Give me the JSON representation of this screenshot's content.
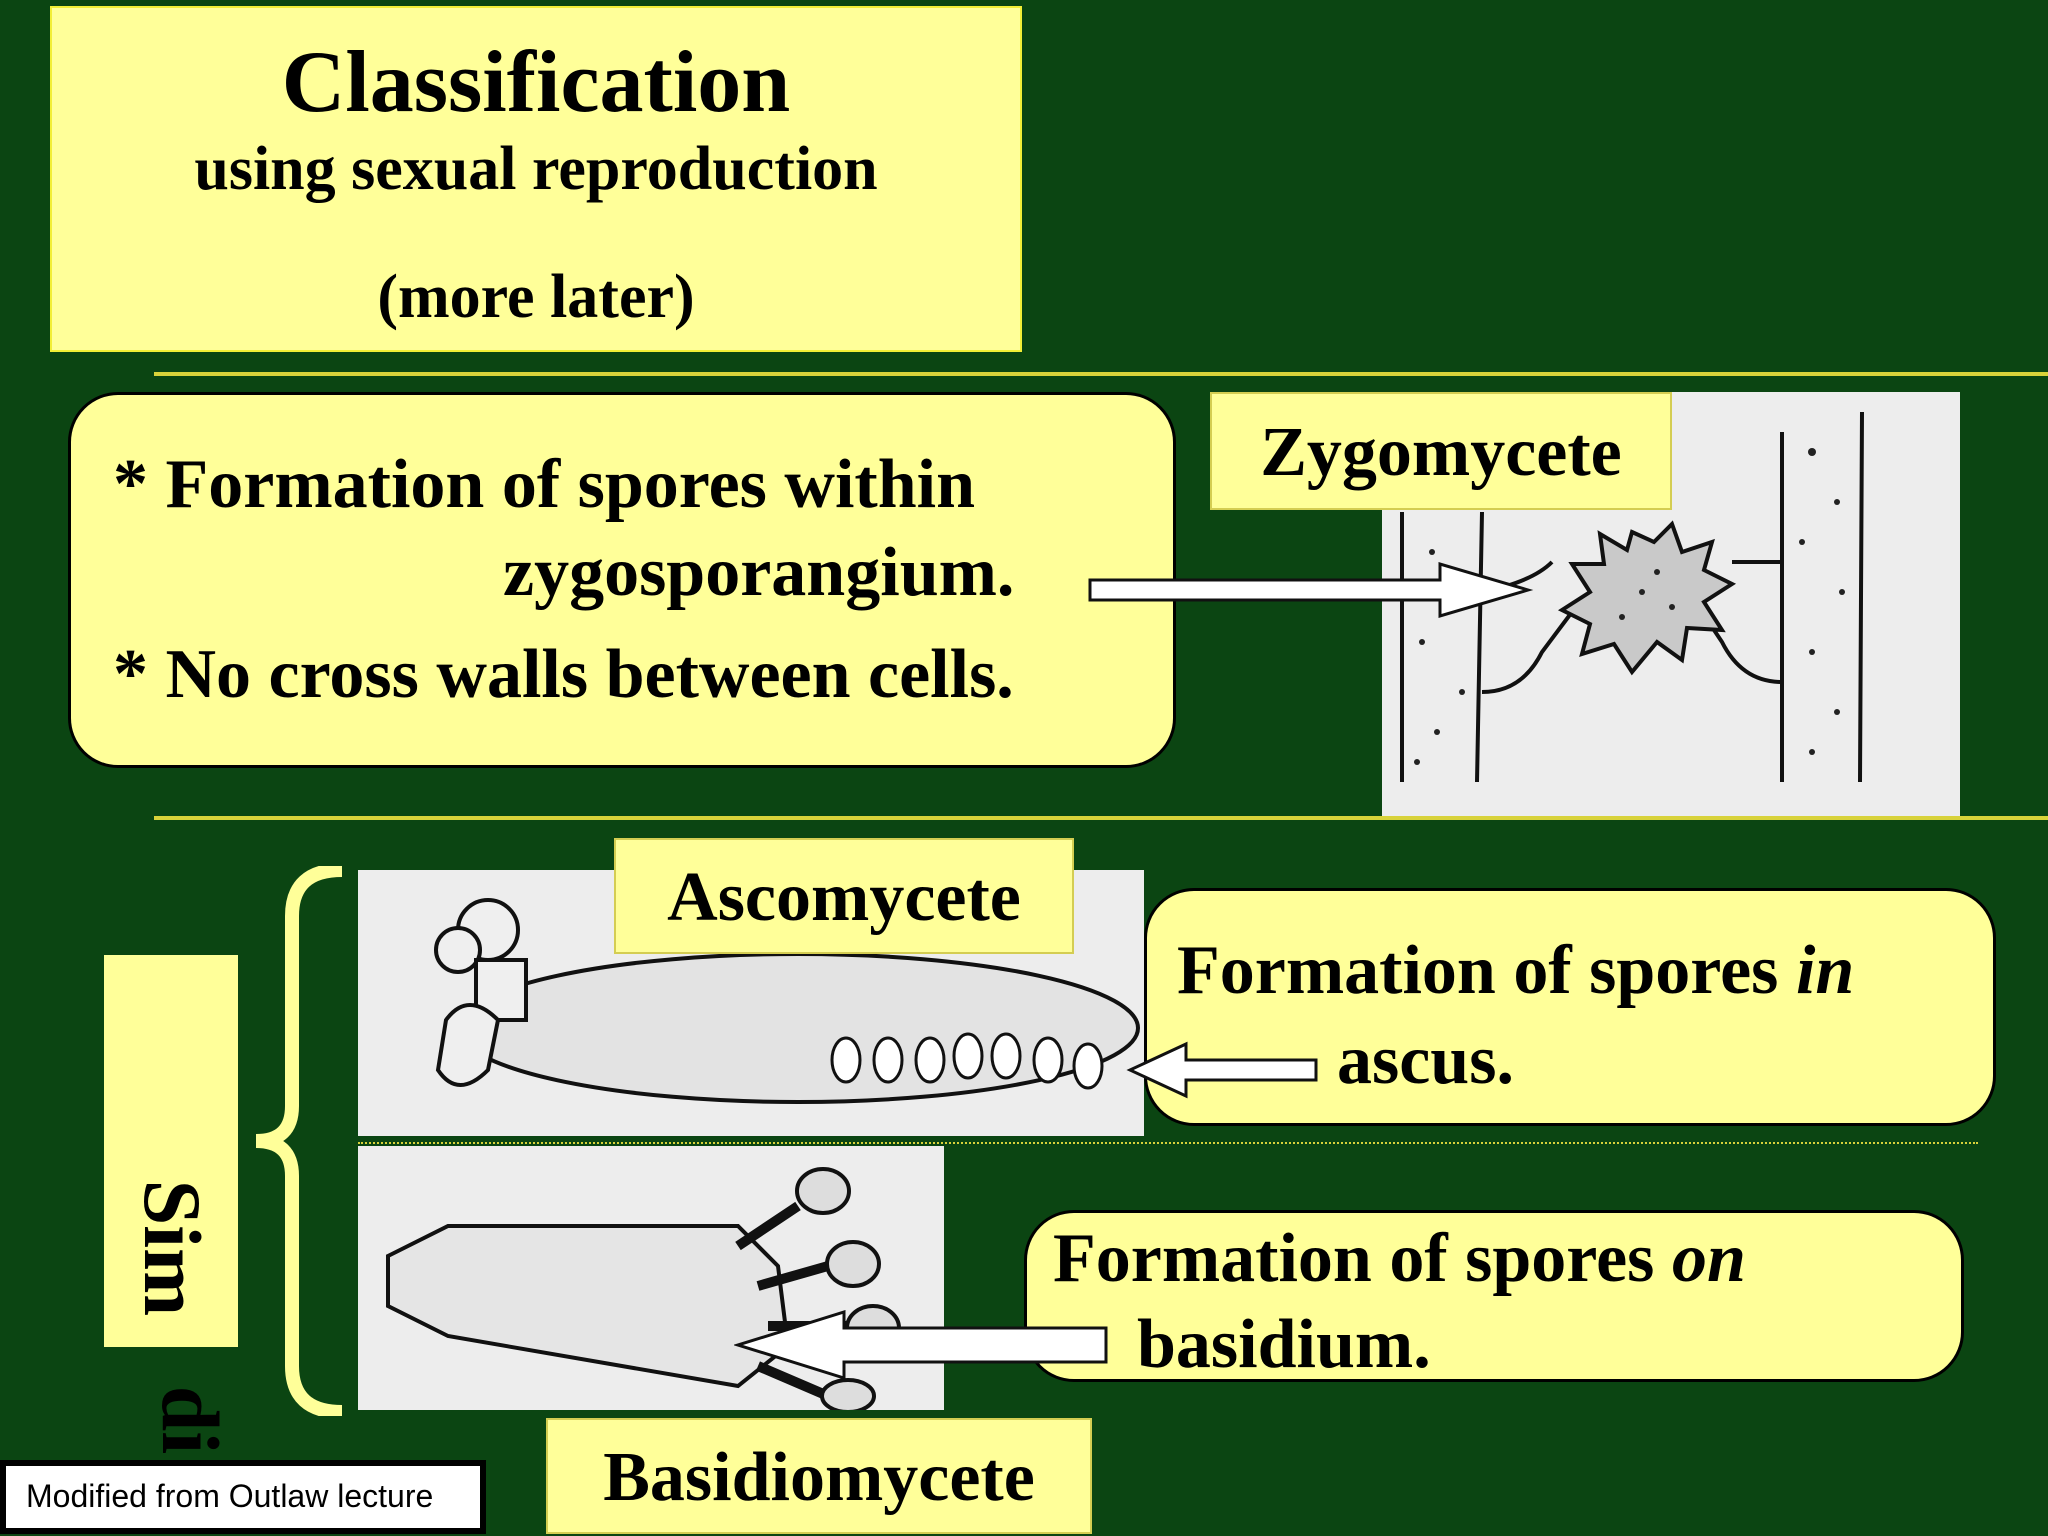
{
  "title": {
    "main": "Classification",
    "sub": "using sexual reproduction",
    "note": "(more later)"
  },
  "zygomycete": {
    "label": "Zygomycete",
    "line1": "* Formation of spores within",
    "line2": "zygosporangium.",
    "line3": "* No cross walls between cells."
  },
  "ascomycete": {
    "label": "Ascomycete",
    "line1_a": "Formation of spores ",
    "line1_em": "in",
    "line2": "ascus."
  },
  "basidiomycete": {
    "label": "Basidiomycete",
    "line1_a": "Formation of spores ",
    "line1_em": "on",
    "line2": "basidium."
  },
  "side_label": {
    "part1": "Sim",
    "part2": "di"
  },
  "credit": "Modified from Outlaw lecture",
  "colors": {
    "background": "#0b4512",
    "panel": "#ffff99",
    "rule": "#d8d23a"
  }
}
